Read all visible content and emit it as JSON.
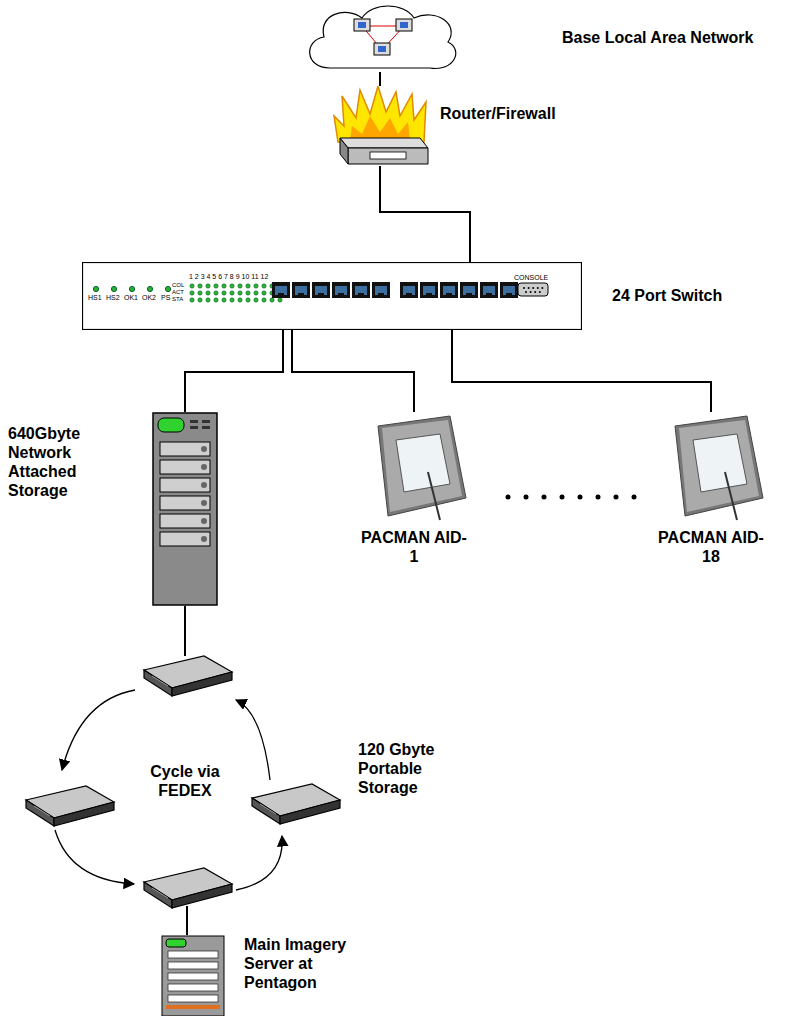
{
  "diagram": {
    "nodes": [
      {
        "text": [
          "Base Local Area Network"
        ]
      },
      {
        "text": [
          "Router/Firewall"
        ]
      },
      {
        "text": [
          "24 Port Switch"
        ]
      },
      {
        "text": [
          "640Gbyte Network Attached Storage"
        ]
      },
      {
        "text": [
          "PACMAN AID-1"
        ]
      },
      {
        "text": [
          "PACMAN AID-18"
        ]
      },
      {
        "text": [
          "120 Gbyte Portable Storage"
        ]
      },
      {
        "text": [
          "Main Imagery Server at Pentagon"
        ]
      }
    ],
    "edges": [
      {
        "from": 0,
        "to": 1,
        "arrow": "none"
      },
      {
        "from": 1,
        "to": 2,
        "arrow": "none"
      },
      {
        "from": 2,
        "to": 3,
        "arrow": "none"
      },
      {
        "from": 2,
        "to": 4,
        "arrow": "none"
      },
      {
        "from": 2,
        "to": 5,
        "arrow": "none"
      }
    ],
    "labels": [
      "Cycle via FEDEX",
      "HS1",
      "HS2",
      "OK1",
      "OK2",
      "PS",
      "COL",
      "ACT",
      "STA",
      "1 2 3 4 5 6 7 8 9 10 11 12",
      "CONSOLE"
    ]
  }
}
